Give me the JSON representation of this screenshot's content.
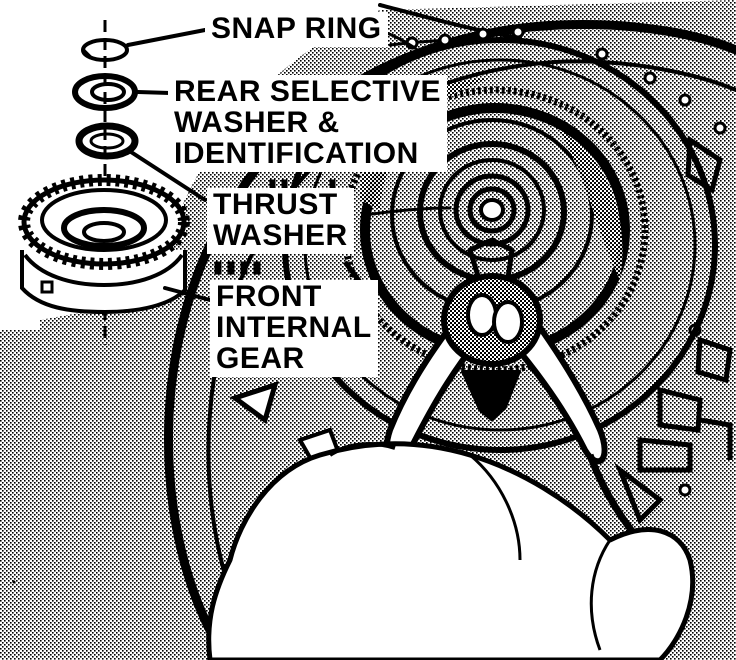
{
  "figure": {
    "callouts": {
      "snap_ring": {
        "lines": [
          "SNAP RING"
        ]
      },
      "rear_selective_washer": {
        "lines": [
          "REAR SELECTIVE",
          "WASHER &",
          "IDENTIFICATION"
        ]
      },
      "thrust_washer": {
        "lines": [
          "THRUST",
          "WASHER"
        ]
      },
      "front_internal_gear": {
        "lines": [
          "FRONT",
          "INTERNAL",
          "GEAR"
        ]
      }
    },
    "colors": {
      "ink": "#000000",
      "paper": "#ffffff",
      "halftone": "#8c8c8c"
    }
  }
}
